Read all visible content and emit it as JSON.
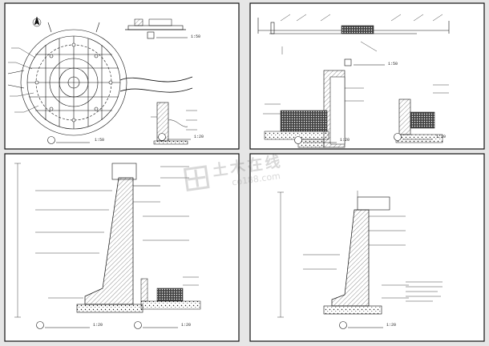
{
  "sheets": [
    {
      "id": "sheet-1",
      "scales": [
        "1:50",
        "1:50",
        "1:20"
      ]
    },
    {
      "id": "sheet-2",
      "scales": [
        "1:50",
        "1:20",
        "1:20"
      ]
    },
    {
      "id": "sheet-3",
      "scales": [
        "1:20",
        "1:20"
      ]
    },
    {
      "id": "sheet-4",
      "scales": [
        "1:20"
      ]
    }
  ],
  "watermark": {
    "name": "土木在线",
    "url": "co188.com"
  },
  "colors": {
    "background": "#e6e6e6",
    "paper": "#ffffff",
    "line": "#111111",
    "watermark": "#777777"
  }
}
